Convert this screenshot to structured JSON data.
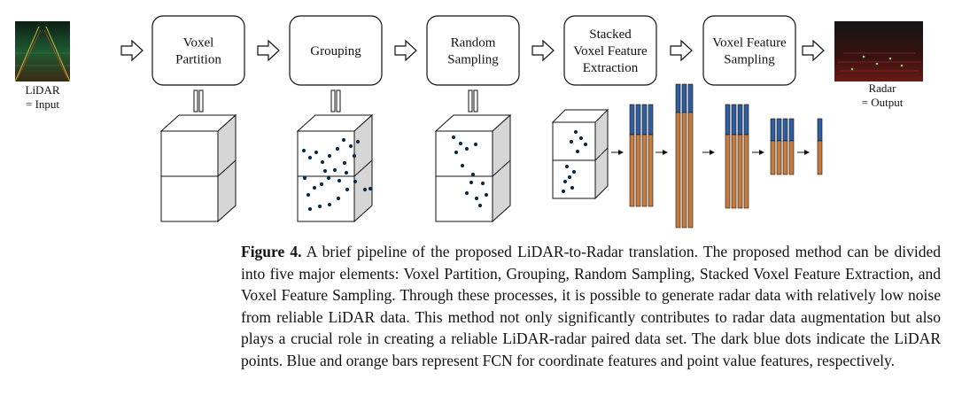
{
  "diagram": {
    "input_label_line1": "LiDAR",
    "input_label_line2": "= Input",
    "output_label_line1": "Radar",
    "output_label_line2": "= Output",
    "stages": [
      {
        "lines": [
          "Voxel",
          "Partition"
        ]
      },
      {
        "lines": [
          "Grouping"
        ]
      },
      {
        "lines": [
          "Random",
          "Sampling"
        ]
      },
      {
        "lines": [
          "Stacked",
          "Voxel Feature",
          "Extraction"
        ]
      },
      {
        "lines": [
          "Voxel Feature",
          "Sampling"
        ]
      }
    ],
    "colors": {
      "point": "#0d2a45",
      "coordinate_feature_bar": "#2f5d9f",
      "point_value_feature_bar": "#c97b3e",
      "cube_side": "#d6d6d6",
      "cube_face": "#ffffff"
    }
  },
  "caption": {
    "figure_label": "Figure 4.",
    "text": "A brief pipeline of the proposed LiDAR-to-Radar translation. The proposed method can be divided into five major elements: Voxel Partition, Grouping, Random Sampling, Stacked Voxel Feature Extraction, and Voxel Feature Sampling. Through these processes, it is possible to generate radar data with relatively low noise from reliable LiDAR data. This method not only significantly contributes to radar data augmentation but also plays a crucial role in creating a reliable LiDAR-radar paired data set. The dark blue dots indicate the LiDAR points. Blue and orange bars represent FCN for coordinate features and point value features, respectively."
  }
}
